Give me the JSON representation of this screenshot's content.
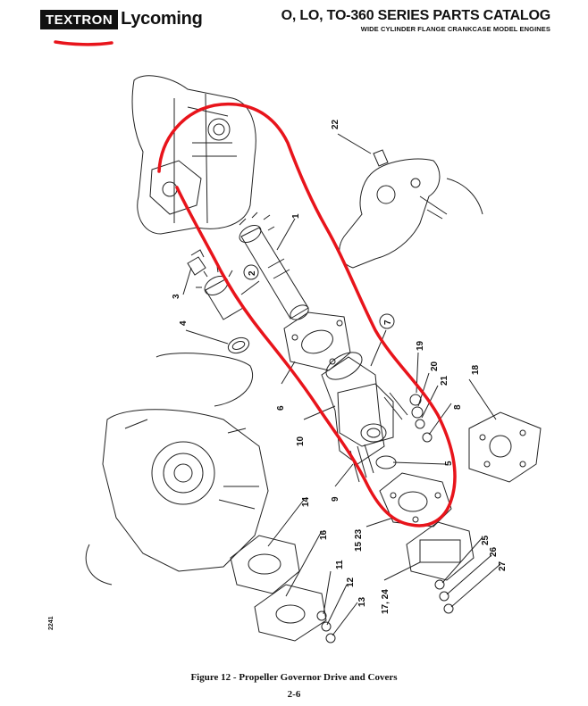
{
  "header": {
    "brand_box": "TEXTRON",
    "brand_name": "Lycoming",
    "title": "O, LO, TO-360 SERIES PARTS CATALOG",
    "subtitle": "WIDE CYLINDER FLANGE CRANKCASE MODEL ENGINES"
  },
  "figure": {
    "callouts": [
      "22",
      "1",
      "2",
      "3",
      "4",
      "6",
      "7",
      "19",
      "20",
      "21",
      "8",
      "18",
      "10",
      "5",
      "9",
      "14",
      "15 23",
      "16",
      "11",
      "12",
      "13",
      "17, 24",
      "25",
      "26",
      "27"
    ],
    "side_id": "2241",
    "caption": "Figure 12 - Propeller Governor Drive and Covers",
    "page_number": "2-6"
  },
  "colors": {
    "annotation": "#e8141b",
    "ink": "#111111"
  }
}
